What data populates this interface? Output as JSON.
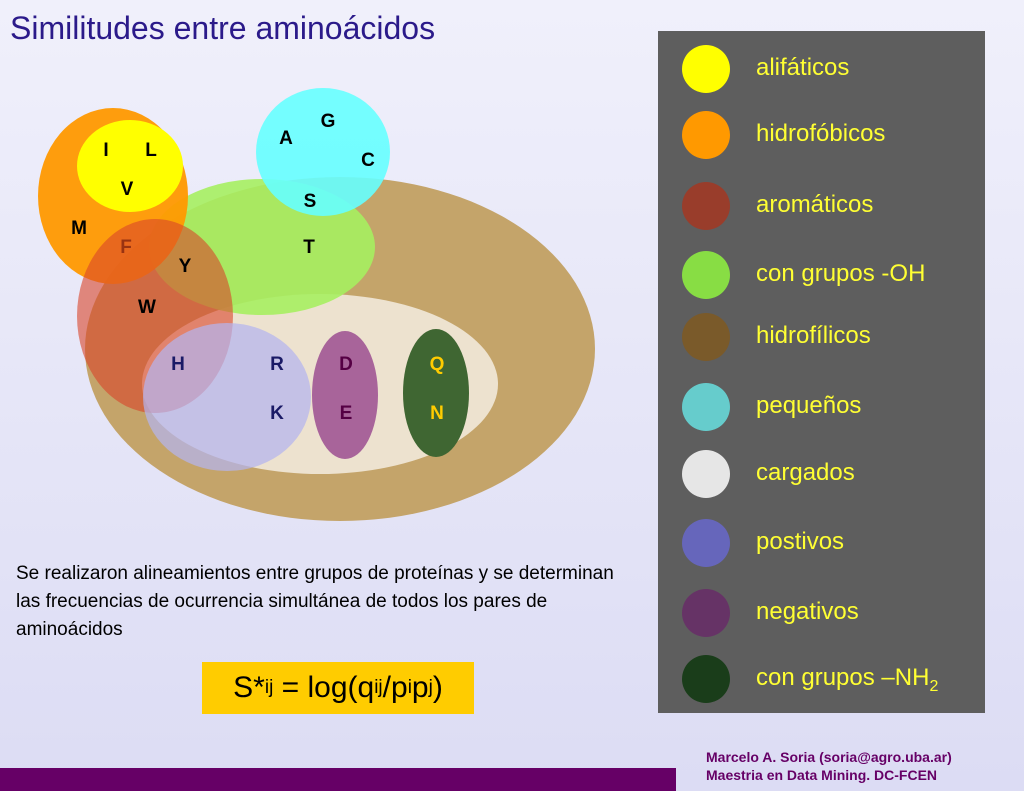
{
  "title": "Similitudes entre aminoácidos",
  "amino_acids": {
    "I": "I",
    "L": "L",
    "V": "V",
    "M": "M",
    "F": "F",
    "Y": "Y",
    "W": "W",
    "G": "G",
    "A": "A",
    "C": "C",
    "S": "S",
    "T": "T",
    "H": "H",
    "R": "R",
    "K": "K",
    "D": "D",
    "E": "E",
    "Q": "Q",
    "N": "N"
  },
  "legend": [
    {
      "label": "alifáticos",
      "color": "#ffff00"
    },
    {
      "label": "hidrofóbicos",
      "color": "#ff9900"
    },
    {
      "label": "aromáticos",
      "color": "#993d2b"
    },
    {
      "label": "con grupos -OH",
      "color": "#88dd44"
    },
    {
      "label": "hidrofílicos",
      "color": "#7a5a2a"
    },
    {
      "label": "pequeños",
      "color": "#66cccc"
    },
    {
      "label": "cargados",
      "color": "#e6e6e6"
    },
    {
      "label": "postivos",
      "color": "#6666bb"
    },
    {
      "label": "negativos",
      "color": "#663366"
    },
    {
      "label": "con grupos –NH",
      "subscript": "2",
      "color": "#1a3d1a"
    }
  ],
  "description": "Se realizaron alineamientos entre grupos de proteínas y se determinan las frecuencias de ocurrencia simultánea de todos los pares de aminoácidos",
  "formula": {
    "lhs": "S*",
    "lhs_sub": "ij",
    "eq": " = log(q",
    "q_sub": "ij",
    "slash": "/p",
    "pi_sub": "i",
    "p": "p",
    "pj_sub": "j",
    "close": ")"
  },
  "footer": {
    "line1": "Marcelo A. Soria (soria@agro.uba.ar)",
    "line2": "Maestria en Data Mining. DC-FCEN"
  }
}
